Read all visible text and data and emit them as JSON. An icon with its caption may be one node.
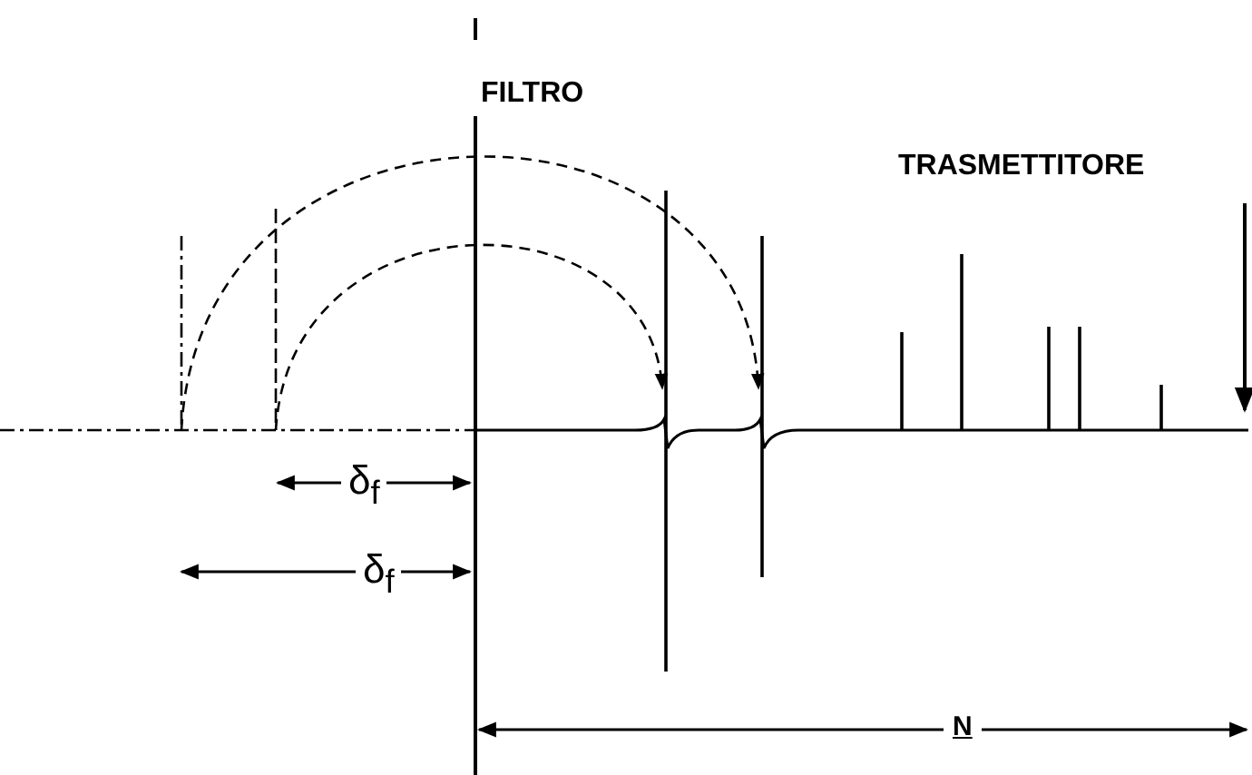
{
  "diagram": {
    "labels": [
      "FILTRO",
      "TRASMETTITORE",
      "δ$_{f}$",
      "δ$_{f}$",
      "N"
    ]
  }
}
